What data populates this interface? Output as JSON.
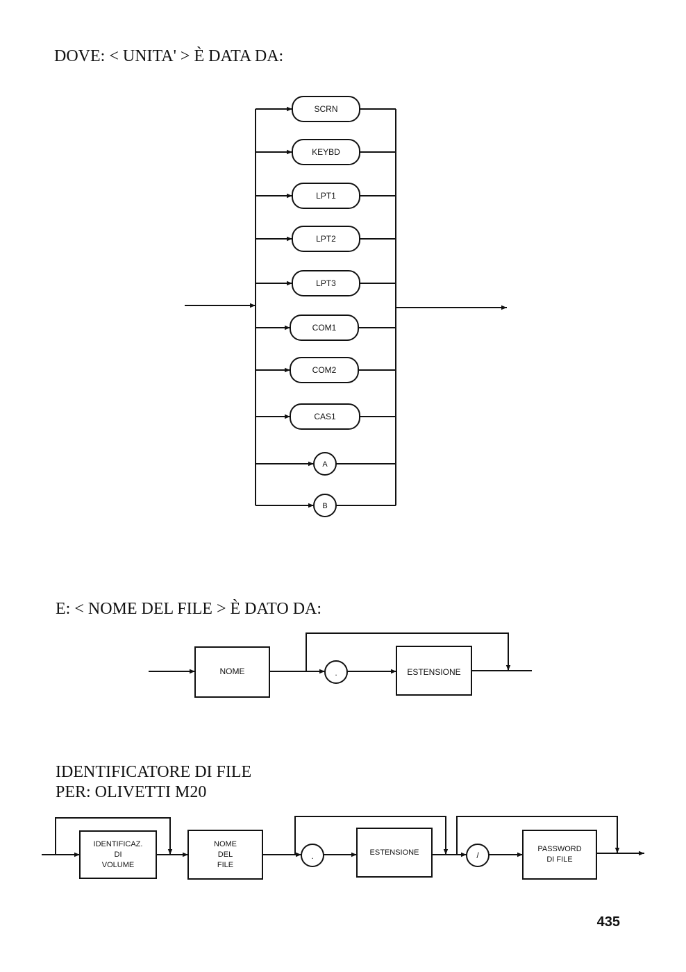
{
  "headings": {
    "unita": "DOVE: < UNITA' > È DATA DA:",
    "nome_file": "E: < NOME DEL FILE > È DATO DA:",
    "identificatore_line1": "IDENTIFICATORE DI FILE",
    "identificatore_line2": "PER: OLIVETTI M20"
  },
  "unita_diagram": {
    "options": [
      "SCRN",
      "KEYBD",
      "LPT1",
      "LPT2",
      "LPT3",
      "COM1",
      "COM2",
      "CAS1"
    ],
    "circle_options": [
      "A",
      "B"
    ]
  },
  "nome_file_diagram": {
    "name_box": "NOME",
    "separator": ".",
    "extension_box": "ESTENSIONE"
  },
  "olivetti_diagram": {
    "volume_box": [
      "IDENTIFICAZ.",
      "DI",
      "VOLUME"
    ],
    "name_box": [
      "NOME",
      "DEL",
      "FILE"
    ],
    "separator_dot": ".",
    "extension_box": "ESTENSIONE",
    "separator_slash": "/",
    "password_box": [
      "PASSWORD",
      "DI FILE"
    ]
  },
  "page_number": "435"
}
